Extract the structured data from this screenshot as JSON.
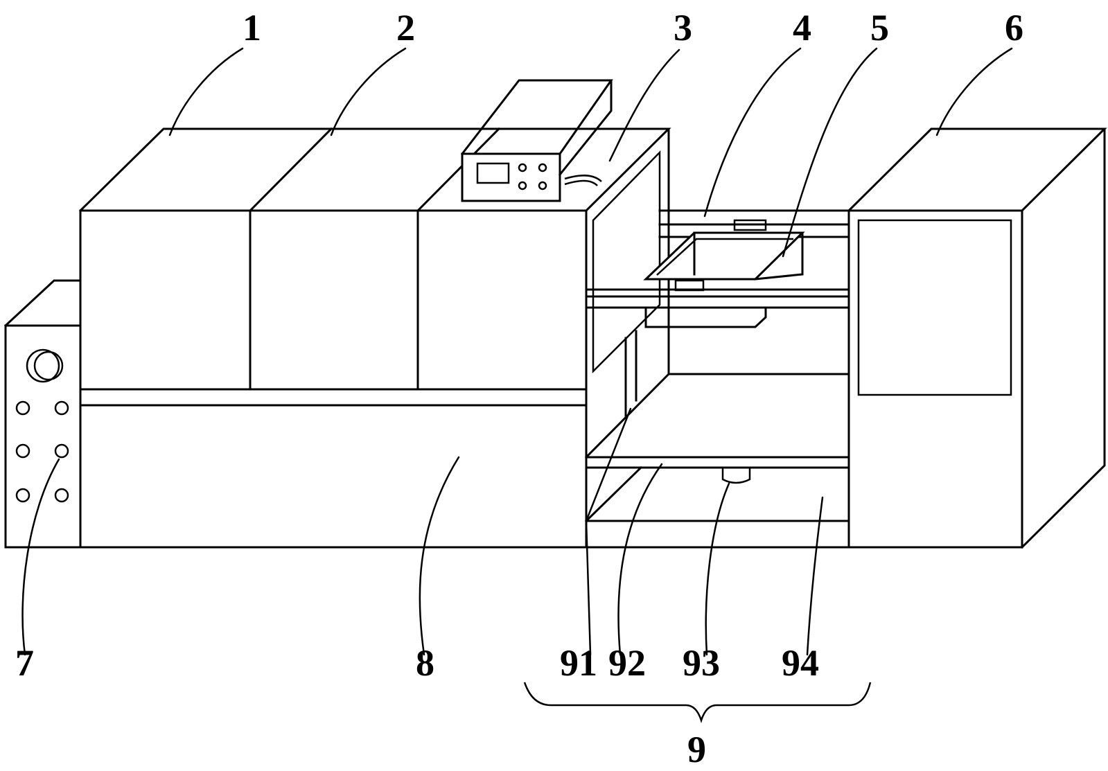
{
  "labels": {
    "l1": "1",
    "l2": "2",
    "l3": "3",
    "l4": "4",
    "l5": "5",
    "l6": "6",
    "l7": "7",
    "l8": "8",
    "l91": "91",
    "l92": "92",
    "l93": "93",
    "l94": "94",
    "l9": "9"
  },
  "colors": {
    "line": "#000000",
    "background": "#ffffff"
  }
}
